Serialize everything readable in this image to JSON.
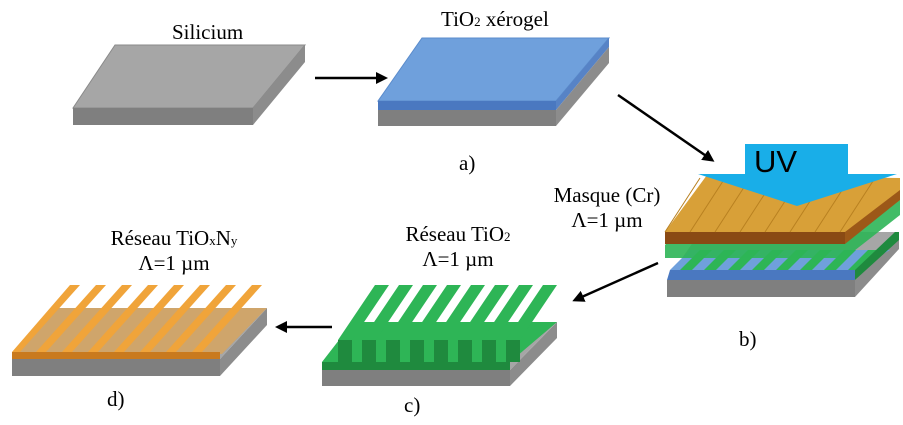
{
  "labels": {
    "silicium": "Silicium",
    "tio2_xerogel": {
      "pre": "TiO",
      "sub": "2",
      "post": " xérogel"
    },
    "step_a": "a)",
    "uv": "UV",
    "masque_line1": "Masque (Cr)",
    "masque_line2": "Λ=1 µm",
    "step_b": "b)",
    "reseau_tio2_line1": {
      "pre": "Réseau TiO",
      "sub": "2"
    },
    "reseau_tio2_line2": "Λ=1 µm",
    "step_c": "c)",
    "reseau_tioxny_line1": {
      "pre": "Réseau TiO",
      "sub1": "x",
      "mid": "N",
      "sub2": "y"
    },
    "reseau_tioxny_line2": "Λ=1 µm",
    "step_d": "d)"
  },
  "colors": {
    "silicon_top": "#a6a6a6",
    "silicon_side": "#7f7f7f",
    "silicon_right": "#8c8c8c",
    "xerogel_top": "#6fa0dc",
    "xerogel_side": "#4a78c0",
    "grating_green": "#2eb556",
    "grating_green_side": "#1f8a3e",
    "grating_orange": "#f0a43a",
    "grating_orange_side": "#c97a1e",
    "mask_orange": "#d8a038",
    "uv_blue": "#19aee8"
  }
}
